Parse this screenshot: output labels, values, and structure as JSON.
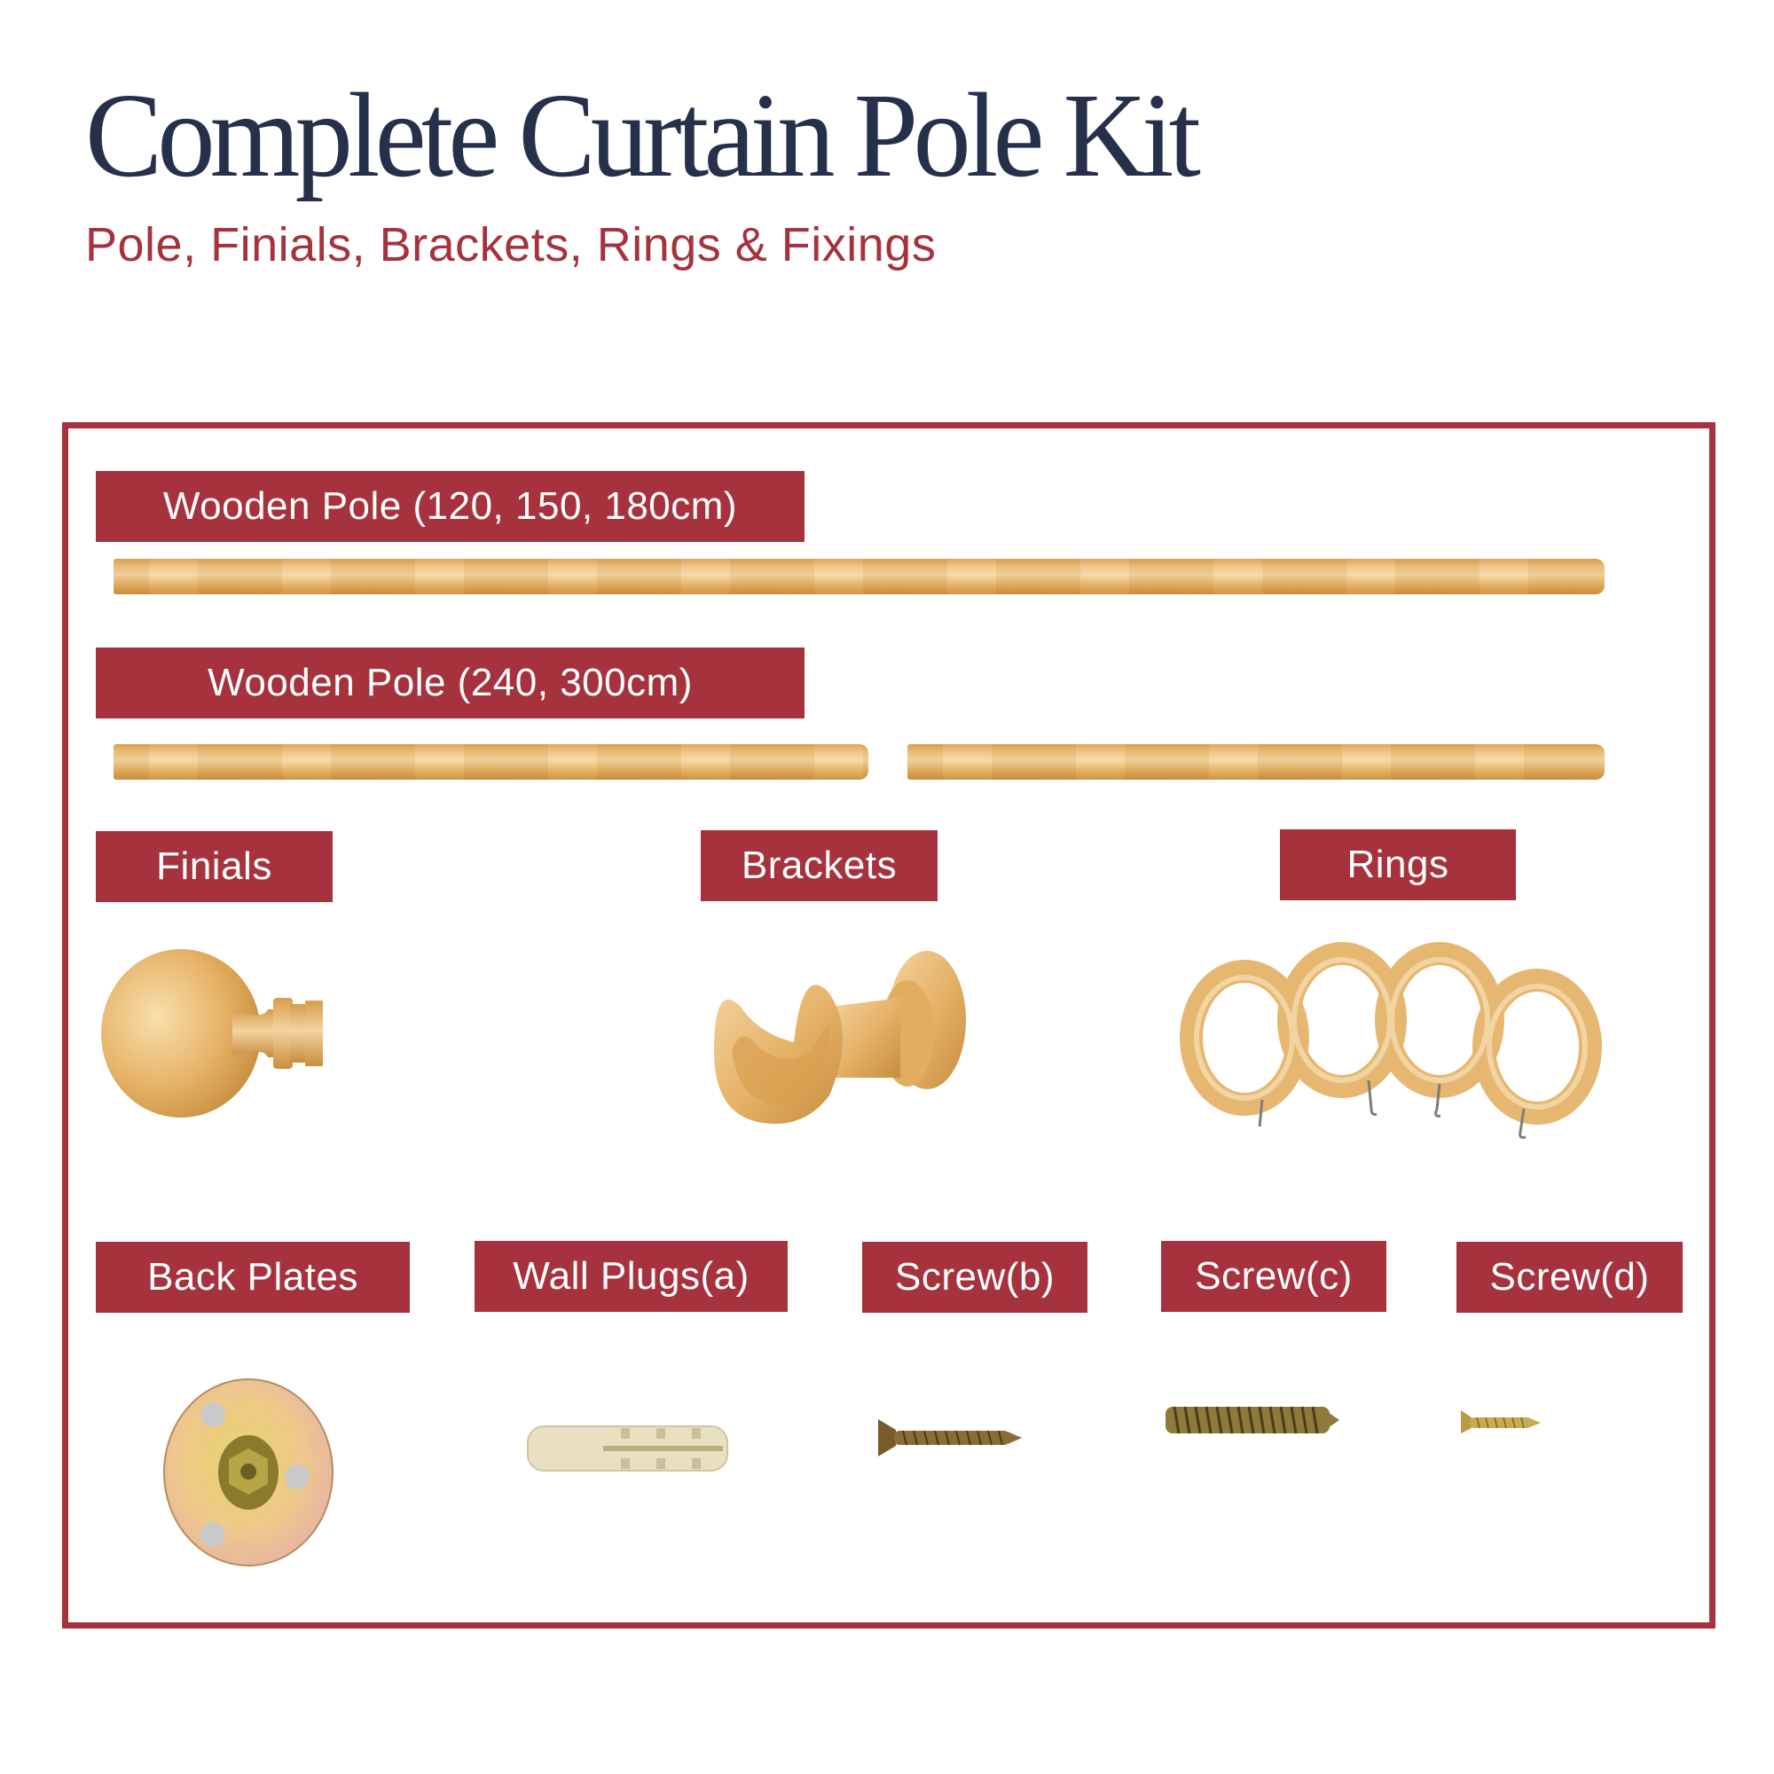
{
  "header": {
    "title": "Complete Curtain Pole Kit",
    "subtitle": "Pole, Finials, Brackets, Rings & Fixings"
  },
  "colors": {
    "title": "#27304a",
    "accent": "#a5323d",
    "label_text": "#ffffff",
    "wood": "#e8b86a"
  },
  "components": {
    "pole_short": {
      "label": "Wooden Pole (120, 150, 180cm)",
      "pieces": 1
    },
    "pole_long": {
      "label": "Wooden Pole (240, 300cm)",
      "pieces": 2
    },
    "finials": {
      "label": "Finials"
    },
    "brackets": {
      "label": "Brackets"
    },
    "rings": {
      "label": "Rings",
      "count_shown": 4
    },
    "back_plates": {
      "label": "Back Plates"
    },
    "wall_plugs": {
      "label": "Wall Plugs(a)"
    },
    "screw_b": {
      "label": "Screw(b)"
    },
    "screw_c": {
      "label": "Screw(c)"
    },
    "screw_d": {
      "label": "Screw(d)"
    }
  }
}
